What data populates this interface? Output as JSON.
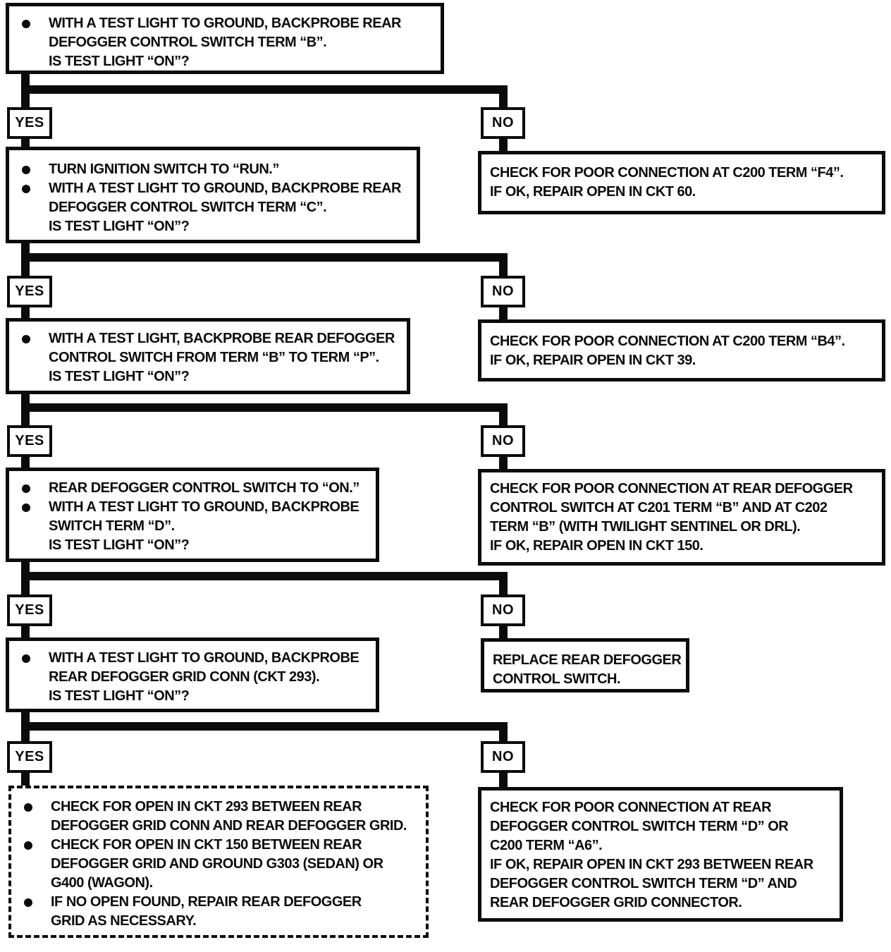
{
  "page": {
    "background": "#ffffff",
    "ink": "#0b0b0b"
  },
  "labels": {
    "yes": "YES",
    "no": "NO"
  },
  "boxes": {
    "q1": {
      "bullets": [
        [
          "WITH A TEST LIGHT TO GROUND, BACKPROBE REAR",
          "DEFOGGER CONTROL SWITCH TERM “B”.",
          "IS TEST LIGHT “ON”?"
        ]
      ]
    },
    "q2": {
      "bullets": [
        [
          "TURN IGNITION SWITCH TO “RUN.”"
        ],
        [
          "WITH A TEST LIGHT TO GROUND, BACKPROBE REAR",
          "DEFOGGER CONTROL SWITCH TERM “C”.",
          "IS TEST LIGHT “ON”?"
        ]
      ]
    },
    "q3": {
      "bullets": [
        [
          "WITH A TEST LIGHT, BACKPROBE REAR DEFOGGER",
          "CONTROL SWITCH FROM TERM “B” TO TERM “P”.",
          "IS TEST LIGHT “ON”?"
        ]
      ]
    },
    "q4": {
      "bullets": [
        [
          "REAR DEFOGGER CONTROL SWITCH TO “ON.”"
        ],
        [
          "WITH A TEST LIGHT TO GROUND, BACKPROBE",
          "SWITCH TERM “D”.",
          "IS TEST LIGHT “ON”?"
        ]
      ]
    },
    "q5": {
      "bullets": [
        [
          "WITH A TEST LIGHT TO GROUND, BACKPROBE",
          "REAR DEFOGGER GRID CONN (CKT 293).",
          "IS TEST LIGHT “ON”?"
        ]
      ]
    },
    "final": {
      "bullets": [
        [
          "CHECK FOR OPEN IN CKT 293 BETWEEN REAR",
          "DEFOGGER GRID CONN AND REAR DEFOGGER GRID."
        ],
        [
          "CHECK FOR OPEN IN CKT 150 BETWEEN REAR",
          "DEFOGGER GRID AND GROUND G303 (SEDAN) OR",
          "G400 (WAGON)."
        ],
        [
          "IF NO OPEN FOUND, REPAIR REAR DEFOGGER",
          "GRID AS NECESSARY."
        ]
      ]
    },
    "r1": {
      "lines": [
        "CHECK FOR POOR CONNECTION AT C200 TERM “F4”.",
        "IF OK, REPAIR OPEN IN CKT 60."
      ]
    },
    "r2": {
      "lines": [
        "CHECK FOR POOR CONNECTION AT C200 TERM “B4”.",
        "IF OK, REPAIR OPEN IN CKT 39."
      ]
    },
    "r3": {
      "lines": [
        "CHECK FOR POOR CONNECTION AT REAR DEFOGGER",
        "CONTROL SWITCH AT C201 TERM “B” AND AT C202",
        "TERM “B” (WITH TWILIGHT SENTINEL OR DRL).",
        "IF OK, REPAIR OPEN IN CKT 150."
      ]
    },
    "r4": {
      "lines": [
        "REPLACE REAR DEFOGGER",
        "CONTROL SWITCH."
      ]
    },
    "r5": {
      "lines": [
        "CHECK FOR POOR CONNECTION AT REAR",
        "DEFOGGER CONTROL SWITCH TERM “D” OR",
        "C200 TERM “A6”.",
        "IF OK, REPAIR OPEN IN CKT 293 BETWEEN REAR",
        "DEFOGGER CONTROL SWITCH TERM “D” AND",
        "REAR DEFOGGER GRID CONNECTOR."
      ]
    }
  }
}
